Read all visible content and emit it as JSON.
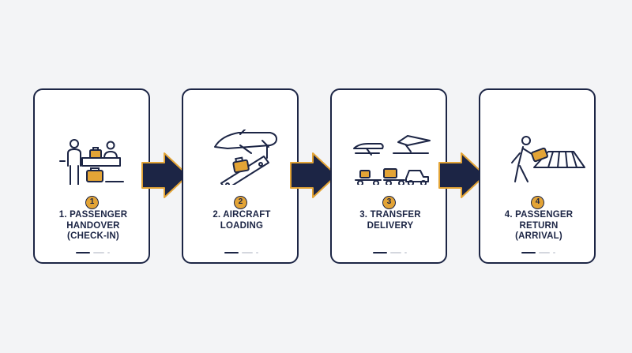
{
  "colors": {
    "navy": "#1c2545",
    "gold": "#e3a436",
    "background": "#f3f4f6",
    "card": "#ffffff"
  },
  "steps": [
    {
      "number": "1",
      "lines": [
        "1. PASSENGER",
        "HANDOVER",
        "(CHECK-IN)"
      ],
      "icon": "check-in-desk-icon"
    },
    {
      "number": "2",
      "lines": [
        "2. AIRCRAFT",
        "LOADING"
      ],
      "icon": "aircraft-loading-icon"
    },
    {
      "number": "3",
      "lines": [
        "3. TRANSFER",
        "DELIVERY"
      ],
      "icon": "transfer-delivery-icon"
    },
    {
      "number": "4",
      "lines": [
        "4. PASSENGER",
        "RETURN",
        "(ARRIVAL)"
      ],
      "icon": "baggage-claim-icon"
    }
  ]
}
